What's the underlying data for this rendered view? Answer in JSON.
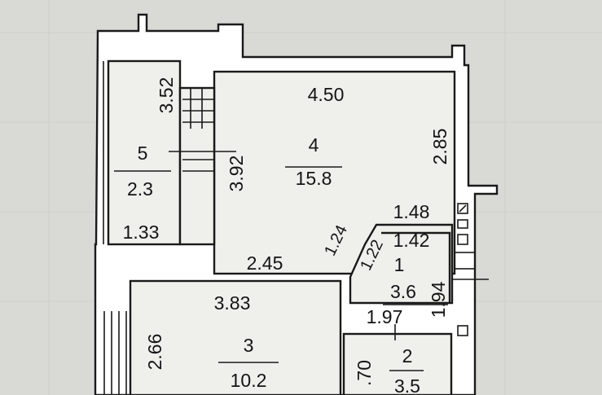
{
  "rooms": [
    {
      "id": "4",
      "number": "4",
      "area": "15.8"
    },
    {
      "id": "5",
      "number": "5",
      "area": "2.3"
    },
    {
      "id": "3",
      "number": "3",
      "area": "10.2"
    },
    {
      "id": "1",
      "number": "1",
      "area": "3.6"
    },
    {
      "id": "2",
      "number": "2",
      "area": "3.5"
    }
  ],
  "dimensions": {
    "room4_top": "4.50",
    "room4_right": "2.85",
    "room4_left": "3.92",
    "room4_bottom": "2.45",
    "room5_height": "3.52",
    "room5_width": "1.33",
    "hall_top": "1.48",
    "hall_diag": "1.24",
    "hall_diag2": "1.22",
    "room1_top": "1.42",
    "room1_height": "1.94",
    "room1_bottom": "1.97",
    "room3_top": "3.83",
    "room3_left": "2.66",
    "room2_left": ".70"
  }
}
